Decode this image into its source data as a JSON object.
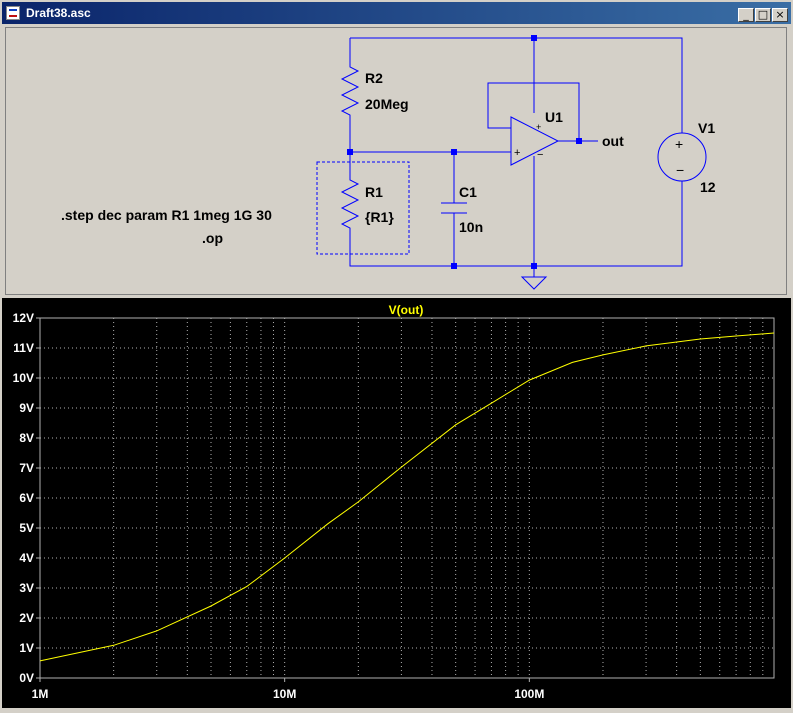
{
  "window": {
    "title": "Draft38.asc",
    "btn_min": "_",
    "btn_max": "□",
    "btn_close": "×"
  },
  "schematic": {
    "directive_step": ".step dec param R1 1meg 1G 30",
    "directive_op": ".op",
    "r2_name": "R2",
    "r2_value": "20Meg",
    "r1_name": "R1",
    "r1_value": "{R1}",
    "c1_name": "C1",
    "c1_value": "10n",
    "u1_name": "U1",
    "out_label": "out",
    "v1_name": "V1",
    "v1_value": "12"
  },
  "colors": {
    "wire": "#0000ff",
    "trace": "#ffff00",
    "grid": "#b0b0b0"
  },
  "chart_data": {
    "type": "line",
    "title": "V(out)",
    "x_scale": "log",
    "xlim": [
      1000000,
      1000000000
    ],
    "ylim": [
      0,
      12
    ],
    "x_ticks": [
      {
        "v": 1000000,
        "label": "1M"
      },
      {
        "v": 10000000,
        "label": "10M"
      },
      {
        "v": 100000000,
        "label": "100M"
      }
    ],
    "y_ticks": [
      {
        "v": 0,
        "label": "0V"
      },
      {
        "v": 1,
        "label": "1V"
      },
      {
        "v": 2,
        "label": "2V"
      },
      {
        "v": 3,
        "label": "3V"
      },
      {
        "v": 4,
        "label": "4V"
      },
      {
        "v": 5,
        "label": "5V"
      },
      {
        "v": 6,
        "label": "6V"
      },
      {
        "v": 7,
        "label": "7V"
      },
      {
        "v": 8,
        "label": "8V"
      },
      {
        "v": 9,
        "label": "9V"
      },
      {
        "v": 10,
        "label": "10V"
      },
      {
        "v": 11,
        "label": "11V"
      },
      {
        "v": 12,
        "label": "12V"
      }
    ],
    "grid": true,
    "series": [
      {
        "name": "V(out)",
        "x": [
          1000000,
          2000000,
          3000000,
          5000000,
          7000000,
          10000000,
          15000000,
          20000000,
          30000000,
          50000000,
          70000000,
          100000000,
          150000000,
          200000000,
          300000000,
          500000000,
          700000000,
          1000000000
        ],
        "y": [
          0.57,
          1.09,
          1.57,
          2.4,
          3.05,
          4.0,
          5.14,
          5.87,
          7.03,
          8.44,
          9.16,
          9.93,
          10.52,
          10.77,
          11.07,
          11.3,
          11.4,
          11.5
        ]
      }
    ]
  }
}
